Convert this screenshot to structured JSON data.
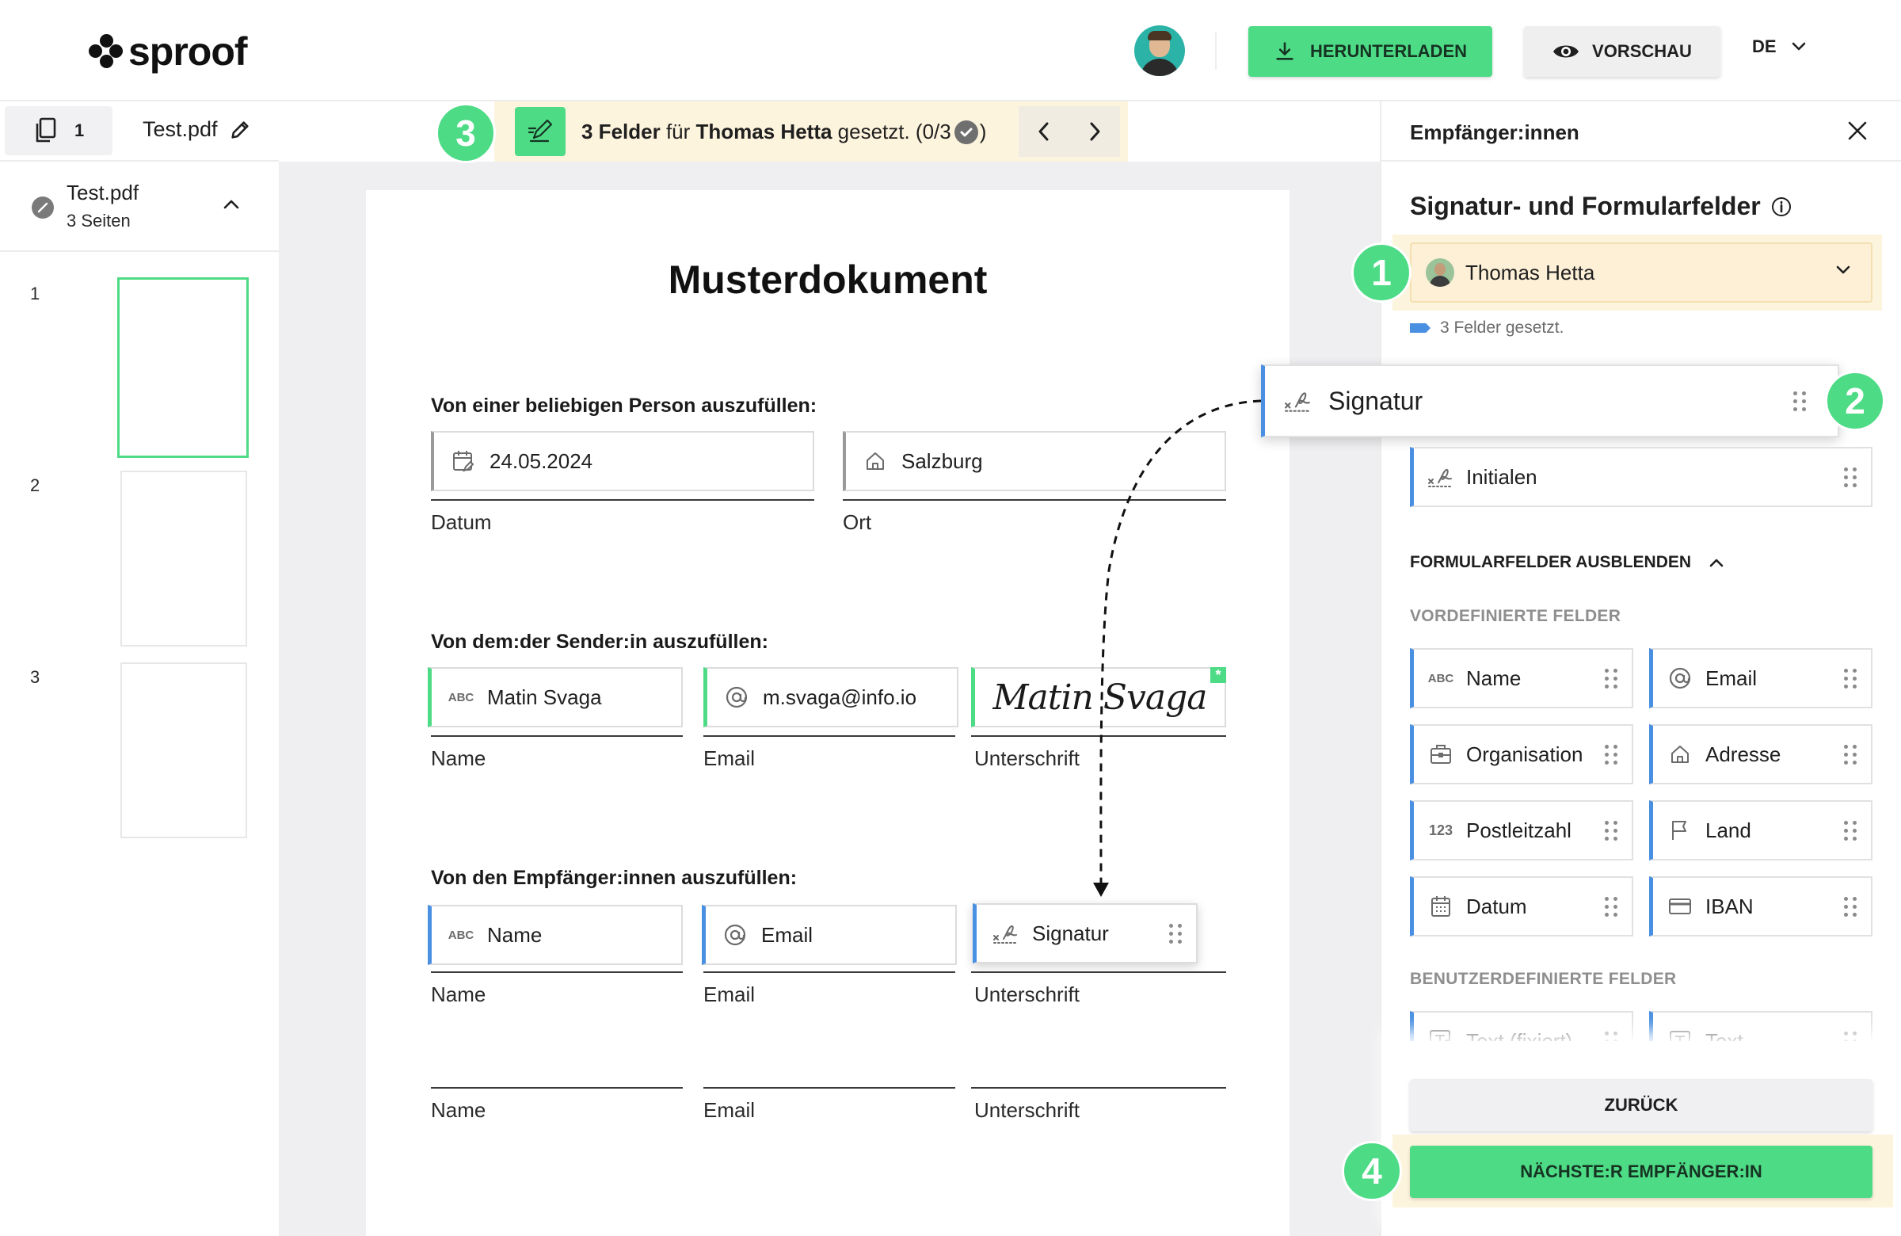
{
  "app": {
    "logo_text": "sproof"
  },
  "header": {
    "download_label": "HERUNTERLADEN",
    "preview_label": "VORSCHAU",
    "language": "DE"
  },
  "toolbar": {
    "page_count": "1",
    "filename": "Test.pdf",
    "status": {
      "prefix": "3 Felder",
      "mid": " für ",
      "name": "Thomas Hetta",
      "suffix": " gesetzt. (0/3",
      "close": ")"
    }
  },
  "badges": {
    "one": "1",
    "two": "2",
    "three": "3",
    "four": "4"
  },
  "sidebar": {
    "doc_name": "Test.pdf",
    "doc_pages": "3 Seiten",
    "thumbnails": [
      "1",
      "2",
      "3"
    ]
  },
  "document": {
    "title": "Musterdokument",
    "section1": {
      "heading": "Von einer beliebigen Person auszufüllen:",
      "date_value": "24.05.2024",
      "date_label": "Datum",
      "place_value": "Salzburg",
      "place_label": "Ort"
    },
    "section2": {
      "heading": "Von dem:der Sender:in auszufüllen:",
      "name_value": "Matin Svaga",
      "name_label": "Name",
      "email_value": "m.svaga@info.io",
      "email_label": "Email",
      "signature_value": "Matin Svaga",
      "signature_label": "Unterschrift"
    },
    "section3": {
      "heading": "Von den Empfänger:innen auszufüllen:",
      "name_value": "Name",
      "name_label": "Name",
      "email_value": "Email",
      "email_label": "Email",
      "signature_value": "Signatur",
      "signature_label": "Unterschrift"
    },
    "section4": {
      "name_label": "Name",
      "email_label": "Email",
      "signature_label": "Unterschrift"
    }
  },
  "panel": {
    "header": "Empfänger:innen",
    "title": "Signatur- und Formularfelder",
    "recipient": "Thomas Hetta",
    "fields_set": "3 Felder gesetzt.",
    "signature_card": "Signatur",
    "initials_card": "Initialen",
    "toggle": "FORMULARFELDER AUSBLENDEN",
    "predefined_label": "VORDEFINIERTE FELDER",
    "predefined": {
      "abc_badge": "ABC",
      "num_badge": "123",
      "name": "Name",
      "email": "Email",
      "organisation": "Organisation",
      "address": "Adresse",
      "postal": "Postleitzahl",
      "country": "Land",
      "date": "Datum",
      "iban": "IBAN"
    },
    "custom_label": "BENUTZERDEFINIERTE FELDER",
    "custom": {
      "text_fixed": "Text (fixiert)",
      "text": "Text"
    },
    "back_label": "ZURÜCK",
    "next_label": "NÄCHSTE:R EMPFÄNGER:IN"
  },
  "colors": {
    "accent_green": "#4edb86",
    "field_blue": "#4a90e2",
    "highlight": "#fdf4dd"
  }
}
